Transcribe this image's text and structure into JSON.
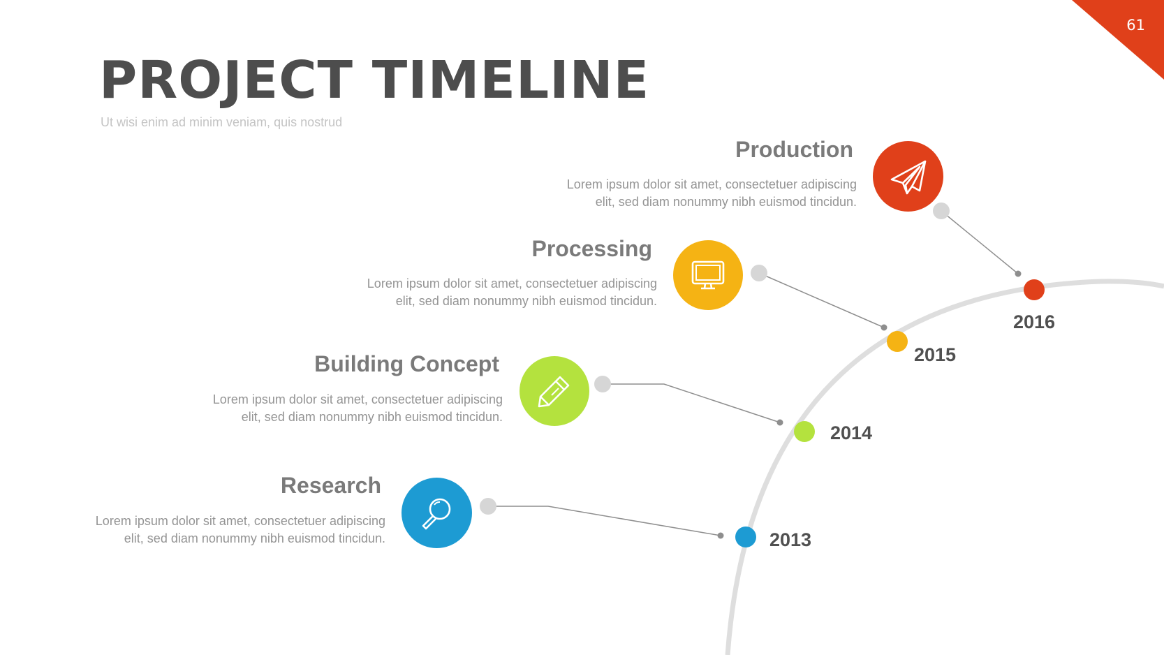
{
  "slide": {
    "page_number": "61",
    "accent_color": "#e0401a"
  },
  "header": {
    "title": "PROJECT TIMELINE",
    "subtitle": "Ut wisi enim ad minim veniam, quis nostrud"
  },
  "steps": [
    {
      "title": "Production",
      "desc_line1": "Lorem ipsum dolor sit amet, consectetuer adipiscing",
      "desc_line2": "elit, sed diam nonummy nibh euismod tincidun.",
      "icon": "paper-plane-icon",
      "color": "#e0401a",
      "year": "2016"
    },
    {
      "title": "Processing",
      "desc_line1": "Lorem ipsum dolor sit amet, consectetuer adipiscing",
      "desc_line2": "elit, sed diam nonummy nibh euismod tincidun.",
      "icon": "monitor-icon",
      "color": "#f5b314",
      "year": "2015"
    },
    {
      "title": "Building Concept",
      "desc_line1": "Lorem ipsum dolor sit amet, consectetuer adipiscing",
      "desc_line2": "elit, sed diam nonummy nibh euismod tincidun.",
      "icon": "pencil-icon",
      "color": "#b4e23e",
      "year": "2014"
    },
    {
      "title": "Research",
      "desc_line1": "Lorem ipsum dolor sit amet, consectetuer adipiscing",
      "desc_line2": "elit, sed diam nonummy nibh euismod tincidun.",
      "icon": "magnifier-icon",
      "color": "#1d9bd3",
      "year": "2013"
    }
  ],
  "colors": {
    "title": "#4d4d4d",
    "connector": "#8e8e8e",
    "arc": "#dedede",
    "node_gray": "#d6d6d6"
  }
}
